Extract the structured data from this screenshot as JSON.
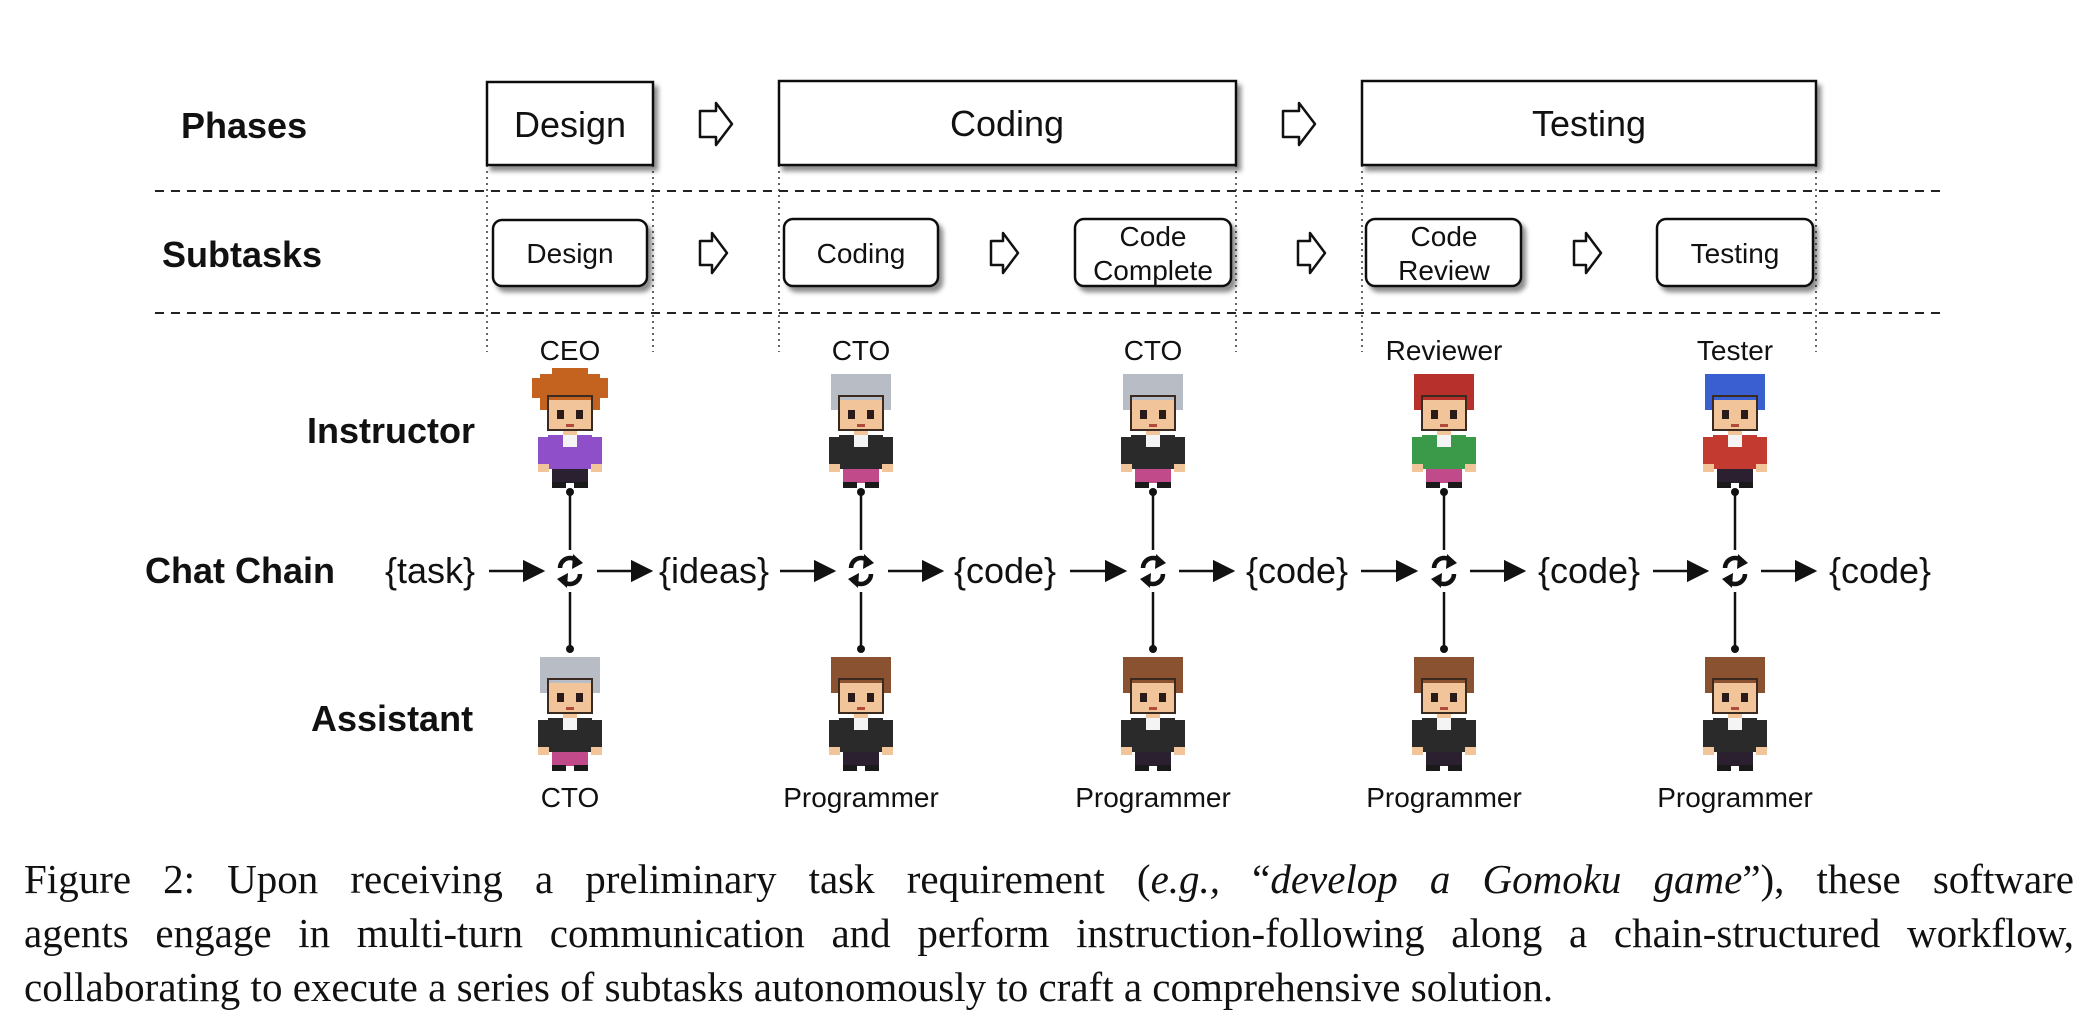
{
  "row_labels": {
    "phases": "Phases",
    "subtasks": "Subtasks",
    "instructor": "Instructor",
    "chat_chain": "Chat Chain",
    "assistant": "Assistant"
  },
  "phases": [
    "Design",
    "Coding",
    "Testing"
  ],
  "subtasks": [
    {
      "lines": [
        "Design"
      ]
    },
    {
      "lines": [
        "Coding"
      ]
    },
    {
      "lines": [
        "Code",
        "Complete"
      ]
    },
    {
      "lines": [
        "Code",
        "Review"
      ]
    },
    {
      "lines": [
        "Testing"
      ]
    }
  ],
  "instructors": [
    "CEO",
    "CTO",
    "CTO",
    "Reviewer",
    "Tester"
  ],
  "assistants": [
    "CTO",
    "Programmer",
    "Programmer",
    "Programmer",
    "Programmer"
  ],
  "chain_tokens": [
    "{task}",
    "{ideas}",
    "{code}",
    "{code}",
    "{code}",
    "{code}"
  ],
  "caption": {
    "prefix": "Figure 2:  Upon receiving a preliminary task requirement (",
    "eg": "e.g.,",
    "quote_open": " “",
    "example": "develop a Gomoku game",
    "quote_close": "”), these software",
    "line2": "agents engage in multi-turn communication and perform instruction-following along a chain-structured workflow,",
    "line3": "collaborating to execute a series of subtasks autonomously to craft a comprehensive solution."
  },
  "colors": {
    "line": "#111111",
    "dash": "#222222",
    "ceo_hair": "#c4621f",
    "cto_hair": "#b8bcc4",
    "reviewer_hair": "#b8302c",
    "tester_hair": "#3a5fd0",
    "programmer_hair": "#8a5230",
    "skin": "#f1c49a",
    "ceo_shirt": "#8e4fc9",
    "dark_shirt": "#2a2a2a",
    "reviewer_shirt": "#3a9a4a",
    "tester_shirt": "#c23a30",
    "pants_pink": "#c04a8a",
    "pants_dark": "#2a2030"
  },
  "icons": {
    "phase_arrow": "hollow-right-arrow-icon",
    "chat_node": "cycle-arrows-icon",
    "avatar": "pixel-character-icon"
  }
}
